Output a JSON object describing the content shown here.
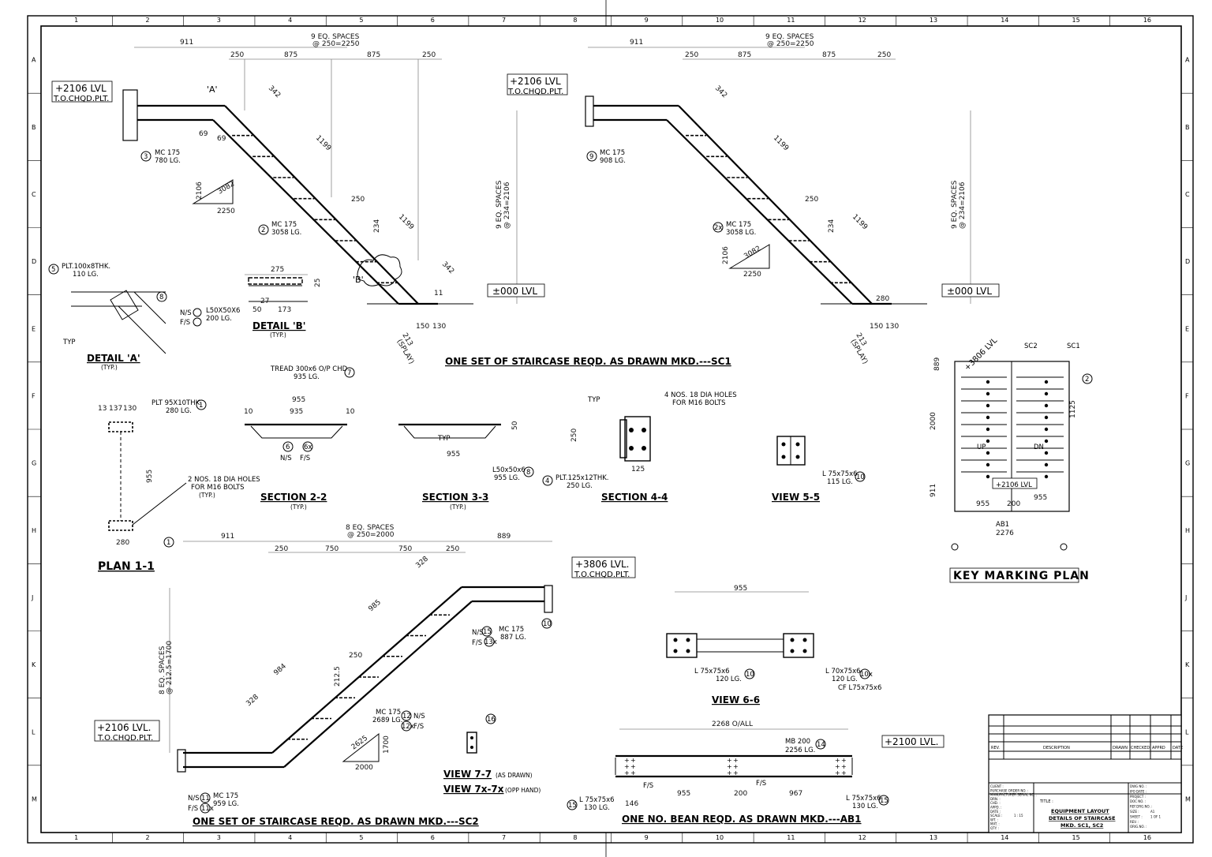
{
  "grid": {
    "cols": [
      "1",
      "2",
      "3",
      "4",
      "5",
      "6",
      "7",
      "8",
      "9",
      "10",
      "11",
      "12",
      "13",
      "14",
      "15",
      "16"
    ],
    "rows": [
      "A",
      "B",
      "C",
      "D",
      "E",
      "F",
      "G",
      "H",
      "J",
      "K",
      "L",
      "M"
    ]
  },
  "sc1": {
    "overall": "911",
    "eq_spaces": "9 EQ. SPACES",
    "eq_value": "@ 250=2250",
    "d250": "250",
    "d875": "875",
    "level_top": "+2106 LVL",
    "tochqd": "T.O.CHQD.PLT.",
    "level_bottom": "±000 LVL",
    "d1199": "1199",
    "d342": "342",
    "d234": "234",
    "vert_eq": "9 EQ. SPACES",
    "vert_eq_value": "@ 234=2106",
    "mc_label": "MC 175",
    "mc_len": "3058 LG.",
    "mc_top": "MC 175",
    "mc_top_len": "780 LG.",
    "splay": "213",
    "splay_lbl": "(SPLAY)",
    "d150": "150",
    "d130": "130",
    "d11": "11",
    "d69": "69",
    "tri_h": "2106",
    "tri_d": "3082",
    "tri_w": "2250",
    "ref_a": "'A'",
    "ref_b": "'B'",
    "title": "ONE SET OF STAIRCASE REQD. AS DRAWN MKD.---SC1"
  },
  "sc1b": {
    "overall": "911",
    "mc_top": "MC 175",
    "mc_top_len": "908 LG.",
    "mc_label": "MC 175",
    "mc_len": "3058 LG.",
    "d280": "280",
    "tri_d": "3082"
  },
  "detail_a": {
    "plate": "PLT.100x8THK.",
    "plate_len": "110 LG.",
    "typ": "TYP",
    "title": "DETAIL 'A'",
    "sub": "(TYP.)",
    "angle": "L50X50X6",
    "angle_len": "200 LG.",
    "ns": "N/S",
    "fs": "F/S"
  },
  "detail_b": {
    "d275": "275",
    "d27": "27",
    "d173": "173",
    "d50": "50",
    "d25": "25",
    "title": "DETAIL 'B'",
    "sub": "(TYP.)"
  },
  "plan11": {
    "plate": "PLT 95X10THK.",
    "plate_len": "280 LG.",
    "dims": [
      "13",
      "137",
      "130"
    ],
    "d955": "955",
    "d280": "280",
    "holes": "2 NOS. 18 DIA HOLES",
    "holes2": "FOR M16 BOLTS",
    "holes3": "(TYP.)",
    "title": "PLAN 1-1"
  },
  "sec22": {
    "tread": "TREAD 300x6 O/P CHD",
    "tread_len": "935 LG.",
    "d955": "955",
    "d935": "935",
    "d10": "10",
    "ns": "N/S",
    "fs": "F/S",
    "title": "SECTION 2-2",
    "sub": "(TYP.)"
  },
  "sec33": {
    "d955": "955",
    "d50": "50",
    "angle": "L50x50x6",
    "angle_len": "955 LG.",
    "typ": "TYP",
    "title": "SECTION 3-3",
    "sub": "(TYP.)"
  },
  "sec44": {
    "holes": "4 NOS. 18 DIA HOLES",
    "holes2": "FOR M16 BOLTS",
    "plate": "PLT.125x12THK.",
    "plate_len": "250 LG.",
    "d125": "125",
    "d250": "250",
    "typ": "TYP",
    "title": "SECTION 4-4"
  },
  "view55": {
    "angle": "L 75x75x6",
    "angle_len": "115 LG.",
    "title": "VIEW 5-5"
  },
  "keyplan": {
    "lvl": "+3806 LVL",
    "lvl2": "+2106 LVL",
    "sc2": "SC2",
    "sc1": "SC1",
    "up": "UP",
    "dn": "DN",
    "ab1": "AB1",
    "d2276": "2276",
    "d955": "955",
    "d200": "200",
    "d2000": "2000",
    "d1125": "1125",
    "d889": "889",
    "d911": "911",
    "title": "KEY MARKING PLAN"
  },
  "sc2": {
    "overall": "911",
    "d889": "889",
    "eq": "8 EQ. SPACES",
    "eq_value": "@ 250=2000",
    "d750": "750",
    "d250": "250",
    "level_top": "+3806 LVL.",
    "tochqd": "T.O.CHQD.PLT.",
    "level_bot": "+2106 LVL.",
    "mc": "MC 175",
    "mc_len": "887 LG.",
    "mc2": "MC 175",
    "mc2_len": "2689 LG.",
    "mc3": "MC 175",
    "mc3_len": "959 LG.",
    "d985": "985",
    "d984": "984",
    "d328": "328",
    "d212": "212.5",
    "vert_eq": "8 EQ. SPACES",
    "vert_eq_value": "@ 212.5=1700",
    "tri_d": "2625",
    "tri_w": "2000",
    "tri_h": "1700",
    "title": "ONE SET OF STAIRCASE REQD. AS DRAWN MKD.---SC2"
  },
  "view66": {
    "d955": "955",
    "a1": "L 75x75x6",
    "a1_len": "120 LG.",
    "a2": "L 70x75x6",
    "a2_len": "120 LG.",
    "cf": "CF L75x75x6",
    "title": "VIEW 6-6"
  },
  "view77": {
    "title": "VIEW 7-7",
    "title_sub": "(AS DRAWN)",
    "title2": "VIEW 7x-7x",
    "title2_sub": "(OPP HAND)"
  },
  "beam": {
    "overall": "2268 O/ALL",
    "mb": "MB 200",
    "mb_len": "2256 LG.",
    "level": "+2100 LVL.",
    "d955": "955",
    "d200": "200",
    "d967": "967",
    "a1": "L 75x75x6",
    "a1_len": "130 LG.",
    "a2": "L 75x75x6",
    "a2_len": "130 LG.",
    "fs": "F/S",
    "d146": "146",
    "title": "ONE NO. BEAN REQD. AS DRAWN MKD.---AB1"
  },
  "titleblock": {
    "rev": "REV.",
    "description": "DESCRIPTION",
    "drawn": "DRAWN",
    "checked": "CHECKED",
    "apprd": "APPRD",
    "date": "DATE",
    "client": "CLIENT :",
    "po": "PURCHASE ORDER NO. :",
    "mfg": "MANUFACTURER SERIAL NO. :",
    "drn": "DRN. :",
    "chd": "CHD. :",
    "appd": "APPD. :",
    "date2": "DATE :",
    "scale": "SCALE :",
    "scale_val": "1 : 15",
    "wt": "WT. :",
    "mat": "MAT. :",
    "qty": "QTY. :",
    "title": "TITLE :",
    "line1": "EQUIPMENT LAYOUT",
    "line2": "DETAILS OF STAIRCASE",
    "line3": "MKD. SC1, SC2",
    "dwg": "DWG NO. :",
    "ipo": "IPO DATE :",
    "project": "PROJECT :",
    "doc": "DOC NO. :",
    "ref": "REF.DRG.NO. :",
    "size": "SIZE :",
    "size_val": "A1",
    "sheet": "SHEET :",
    "sheet_val": "1 OF 1",
    "revno": "REV. :",
    "orig": "ORIG.NO. :"
  }
}
